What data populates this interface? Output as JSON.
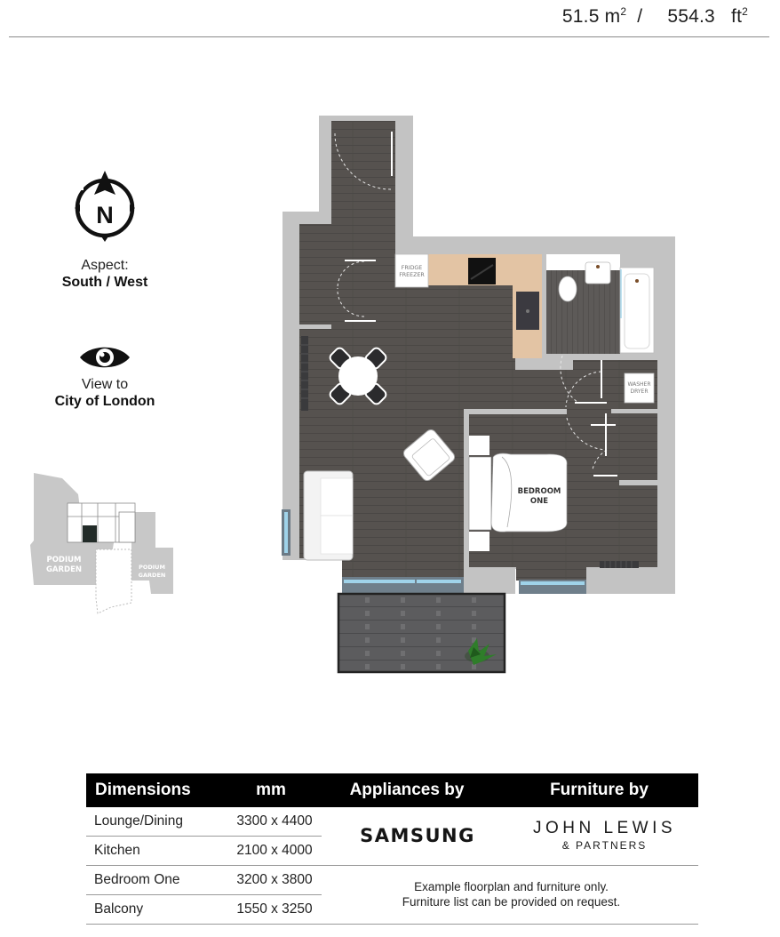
{
  "header": {
    "area_metric_value": "51.5",
    "area_metric_unit": "m",
    "area_metric_sup": "2",
    "separator": "/",
    "area_imperial_value": "554.3",
    "area_imperial_unit": "ft",
    "area_imperial_sup": "2"
  },
  "orientation": {
    "compass_icon": "north-compass-icon",
    "compass_letter": "N",
    "aspect_label": "Aspect:",
    "aspect_value": "South / West"
  },
  "view": {
    "icon": "eye-icon",
    "label": "View to",
    "value": "City of London"
  },
  "keyplan": {
    "labels": [
      "PODIUM",
      "GARDEN",
      "PODIUM",
      "GARDEN"
    ]
  },
  "floorplan": {
    "labels": {
      "fridge": [
        "FRIDGE",
        "FREEZER"
      ],
      "washer": [
        "WASHER",
        "DRYER"
      ],
      "bedroom": [
        "BEDROOM",
        "ONE"
      ]
    },
    "colors": {
      "wall": "#c3c3c3",
      "floor": "#56524f",
      "worktop": "#e3c4a4",
      "window": "#9fd3ea",
      "balcony": "#5c5c5e",
      "bathroom_floor": "#5d5a58"
    }
  },
  "table": {
    "headers": [
      "Dimensions",
      "mm",
      "Appliances by",
      "Furniture by"
    ],
    "rows": [
      {
        "room": "Lounge/Dining",
        "size": "3300 x 4400"
      },
      {
        "room": "Kitchen",
        "size": "2100 x 4000"
      },
      {
        "room": "Bedroom One",
        "size": "3200 x 3800"
      },
      {
        "room": "Balcony",
        "size": "1550 x 3250"
      }
    ],
    "appliances_brand": "SAMSUNG",
    "furniture_brand_line1": "JOHN LEWIS",
    "furniture_brand_line2": "& PARTNERS",
    "note_line1": "Example floorplan and furniture only.",
    "note_line2": "Furniture list can be provided on request."
  }
}
